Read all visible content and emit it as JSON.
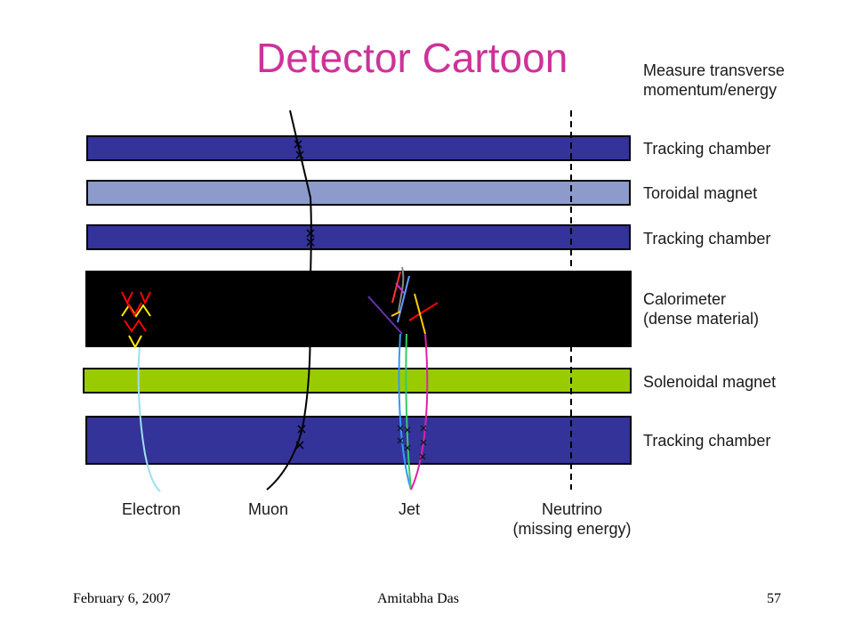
{
  "title": "Detector Cartoon",
  "header_note": {
    "line1": "Measure transverse",
    "line2": "momentum/energy"
  },
  "layers": [
    {
      "label": "Tracking chamber",
      "color": "#333399"
    },
    {
      "label": "Toroidal magnet",
      "color": "#8c9bcc"
    },
    {
      "label": "Tracking chamber",
      "color": "#333399"
    },
    {
      "label_line1": "Calorimeter",
      "label_line2": "(dense material)",
      "color": "#000000"
    },
    {
      "label": "Solenoidal magnet",
      "color": "#99cc00"
    },
    {
      "label": "Tracking chamber",
      "color": "#333399"
    }
  ],
  "particles": {
    "electron": "Electron",
    "muon": "Muon",
    "jet": "Jet",
    "neutrino": "Neutrino",
    "neutrino_note": "(missing energy)"
  },
  "footer": {
    "date": "February 6, 2007",
    "author": "Amitabha Das",
    "page": "57"
  }
}
